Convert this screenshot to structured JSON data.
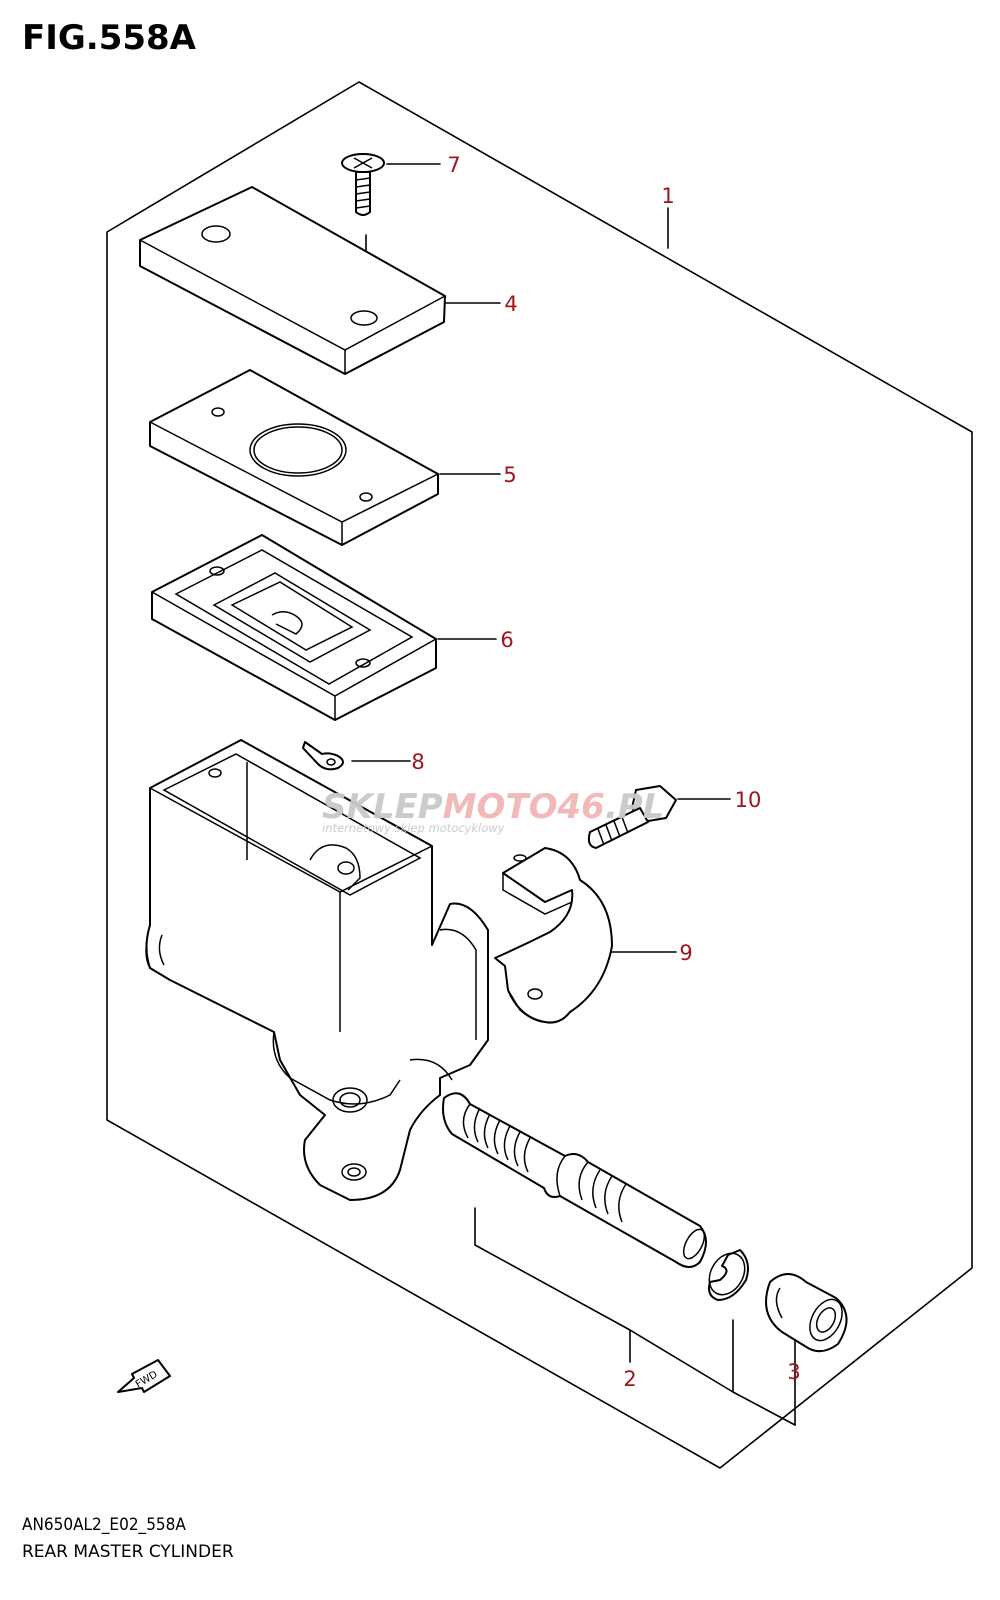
{
  "figure": {
    "title": "FIG.558A",
    "code": "AN650AL2_E02_558A",
    "caption": "REAR MASTER CYLINDER"
  },
  "callouts": [
    {
      "id": "1",
      "label": "1"
    },
    {
      "id": "2",
      "label": "2"
    },
    {
      "id": "3",
      "label": "3"
    },
    {
      "id": "4",
      "label": "4"
    },
    {
      "id": "5",
      "label": "5"
    },
    {
      "id": "6",
      "label": "6"
    },
    {
      "id": "7",
      "label": "7"
    },
    {
      "id": "8",
      "label": "8"
    },
    {
      "id": "9",
      "label": "9"
    },
    {
      "id": "10",
      "label": "10"
    }
  ],
  "direction_marker": {
    "label": "FWD",
    "icon": "arrow-left-down-icon"
  },
  "watermark": {
    "part1": "SKLEP",
    "part2": "MOTO",
    "part3": "46",
    "part4": ".PL",
    "tagline": "internetowy sklep motocyklowy"
  },
  "colors": {
    "callout_text": "#a0141e",
    "line": "#000000",
    "watermark_gray": "#c9c9c9",
    "watermark_red": "#f2b6b6"
  }
}
